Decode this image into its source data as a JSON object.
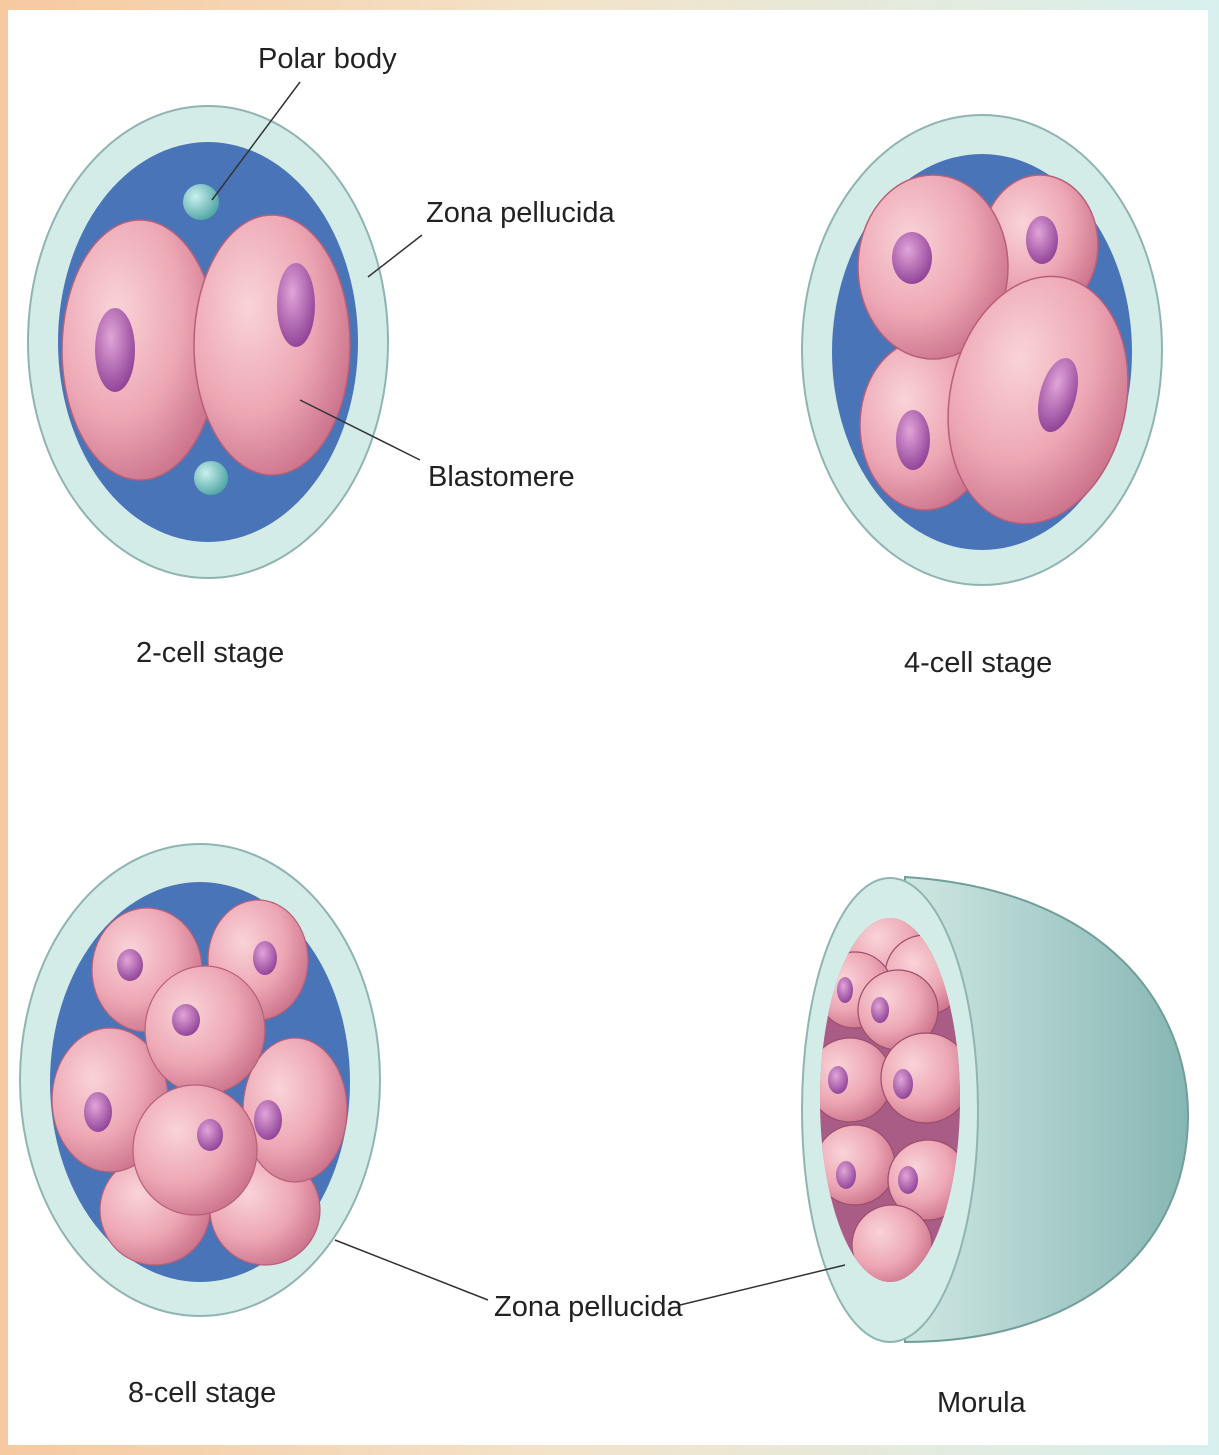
{
  "labels": {
    "polar_body": "Polar body",
    "zona_pellucida_top": "Zona pellucida",
    "blastomere": "Blastomere",
    "zona_pellucida_bottom": "Zona pellucida"
  },
  "stages": [
    {
      "label": "2-cell stage"
    },
    {
      "label": "4-cell stage"
    },
    {
      "label": "8-cell stage"
    },
    {
      "label": "Morula"
    }
  ],
  "colors": {
    "zona": "#d4ece8",
    "zona_edge": "#8fb4b2",
    "fluid": "#4a74b8",
    "cell": "#eeaab5",
    "cell_dark": "#c8708a",
    "nucleus": "#a85ba8",
    "polar_body": "#7fc4c2"
  }
}
